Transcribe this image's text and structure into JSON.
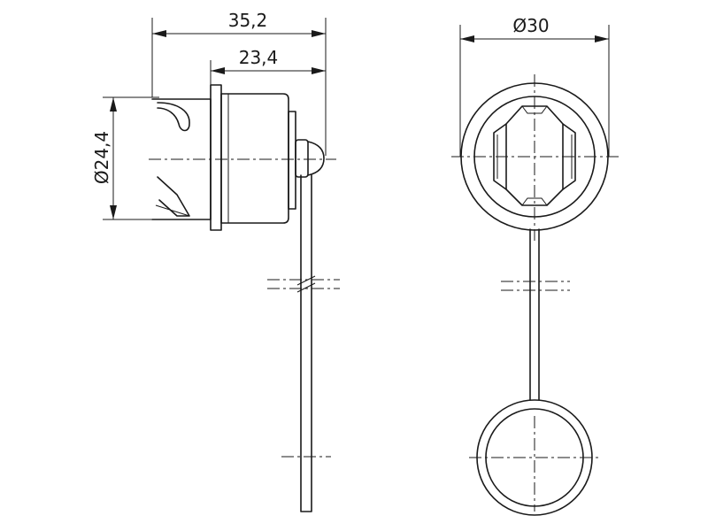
{
  "dimensions": {
    "overall_length": "35,2",
    "body_length": "23,4",
    "body_diameter": "24,4",
    "cap_diameter": "30"
  },
  "symbols": {
    "diameter": "Ø"
  }
}
